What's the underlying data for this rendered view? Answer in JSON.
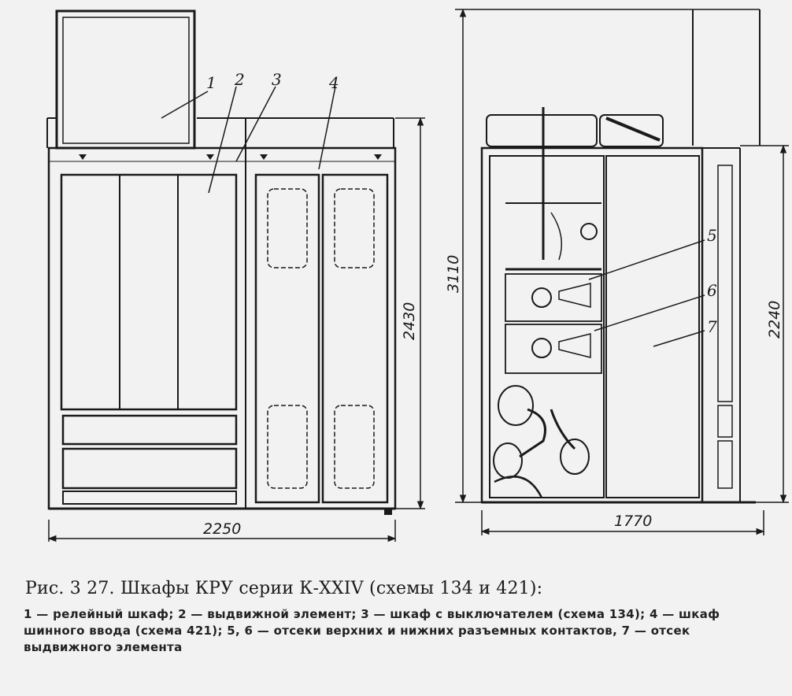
{
  "figure": {
    "caption": "Рис. 3 27. Шкафы КРУ серии К-XXIV (схемы 134 и 421):",
    "legend": "1 — релейный шкаф; 2 — выдвижной элемент; 3 — шкаф с выключателем (схема 134); 4 — шкаф шинного ввода (схема 421); 5, 6 — отсеки верхних и нижних разъемных контактов, 7 — отсек выдвижного элемента"
  },
  "callouts": [
    "1",
    "2",
    "3",
    "4",
    "5",
    "6",
    "7"
  ],
  "dimensions": {
    "front_width": "2250",
    "front_height": "2430",
    "side_height_total": "3110",
    "side_depth": "1770",
    "side_height_cabinet": "2240"
  }
}
